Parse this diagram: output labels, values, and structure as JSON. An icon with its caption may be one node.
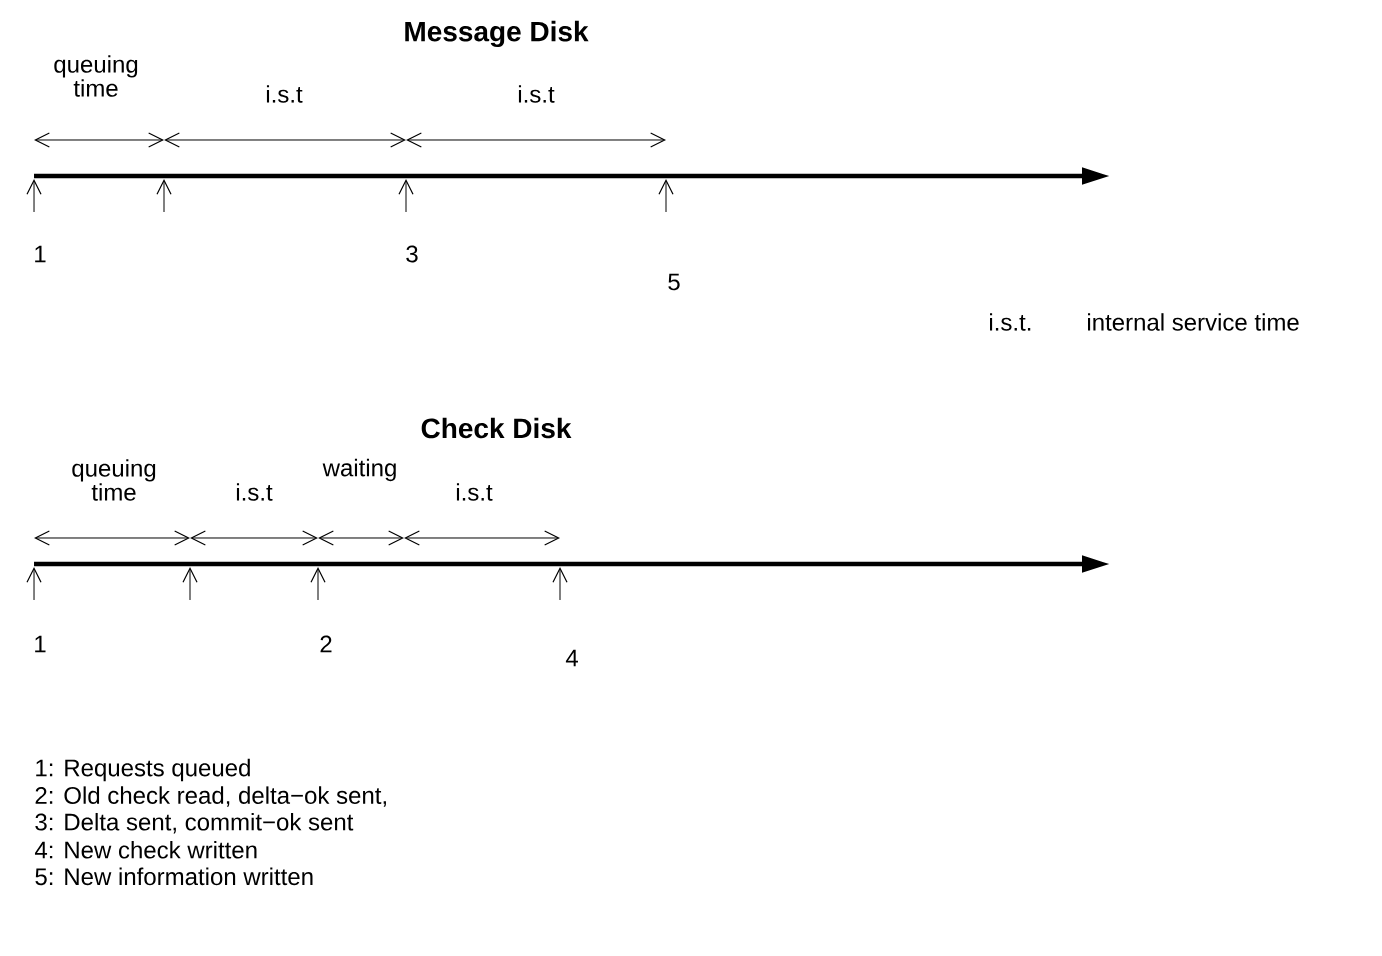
{
  "diagram": {
    "labels": [
      "Message Disk",
      "queuing time",
      "i.s.t",
      "i.s.t",
      "1",
      "3",
      "5",
      "i.s.t.",
      "internal service time",
      "Check Disk",
      "queuing time",
      "i.s.t",
      "waiting",
      "i.s.t",
      "1",
      "2",
      "4",
      "1: Requests queued",
      "2: Old check read, delta−ok sent,",
      "3: Delta sent, commit−ok sent",
      "4: New check written",
      "5: New information written"
    ]
  }
}
